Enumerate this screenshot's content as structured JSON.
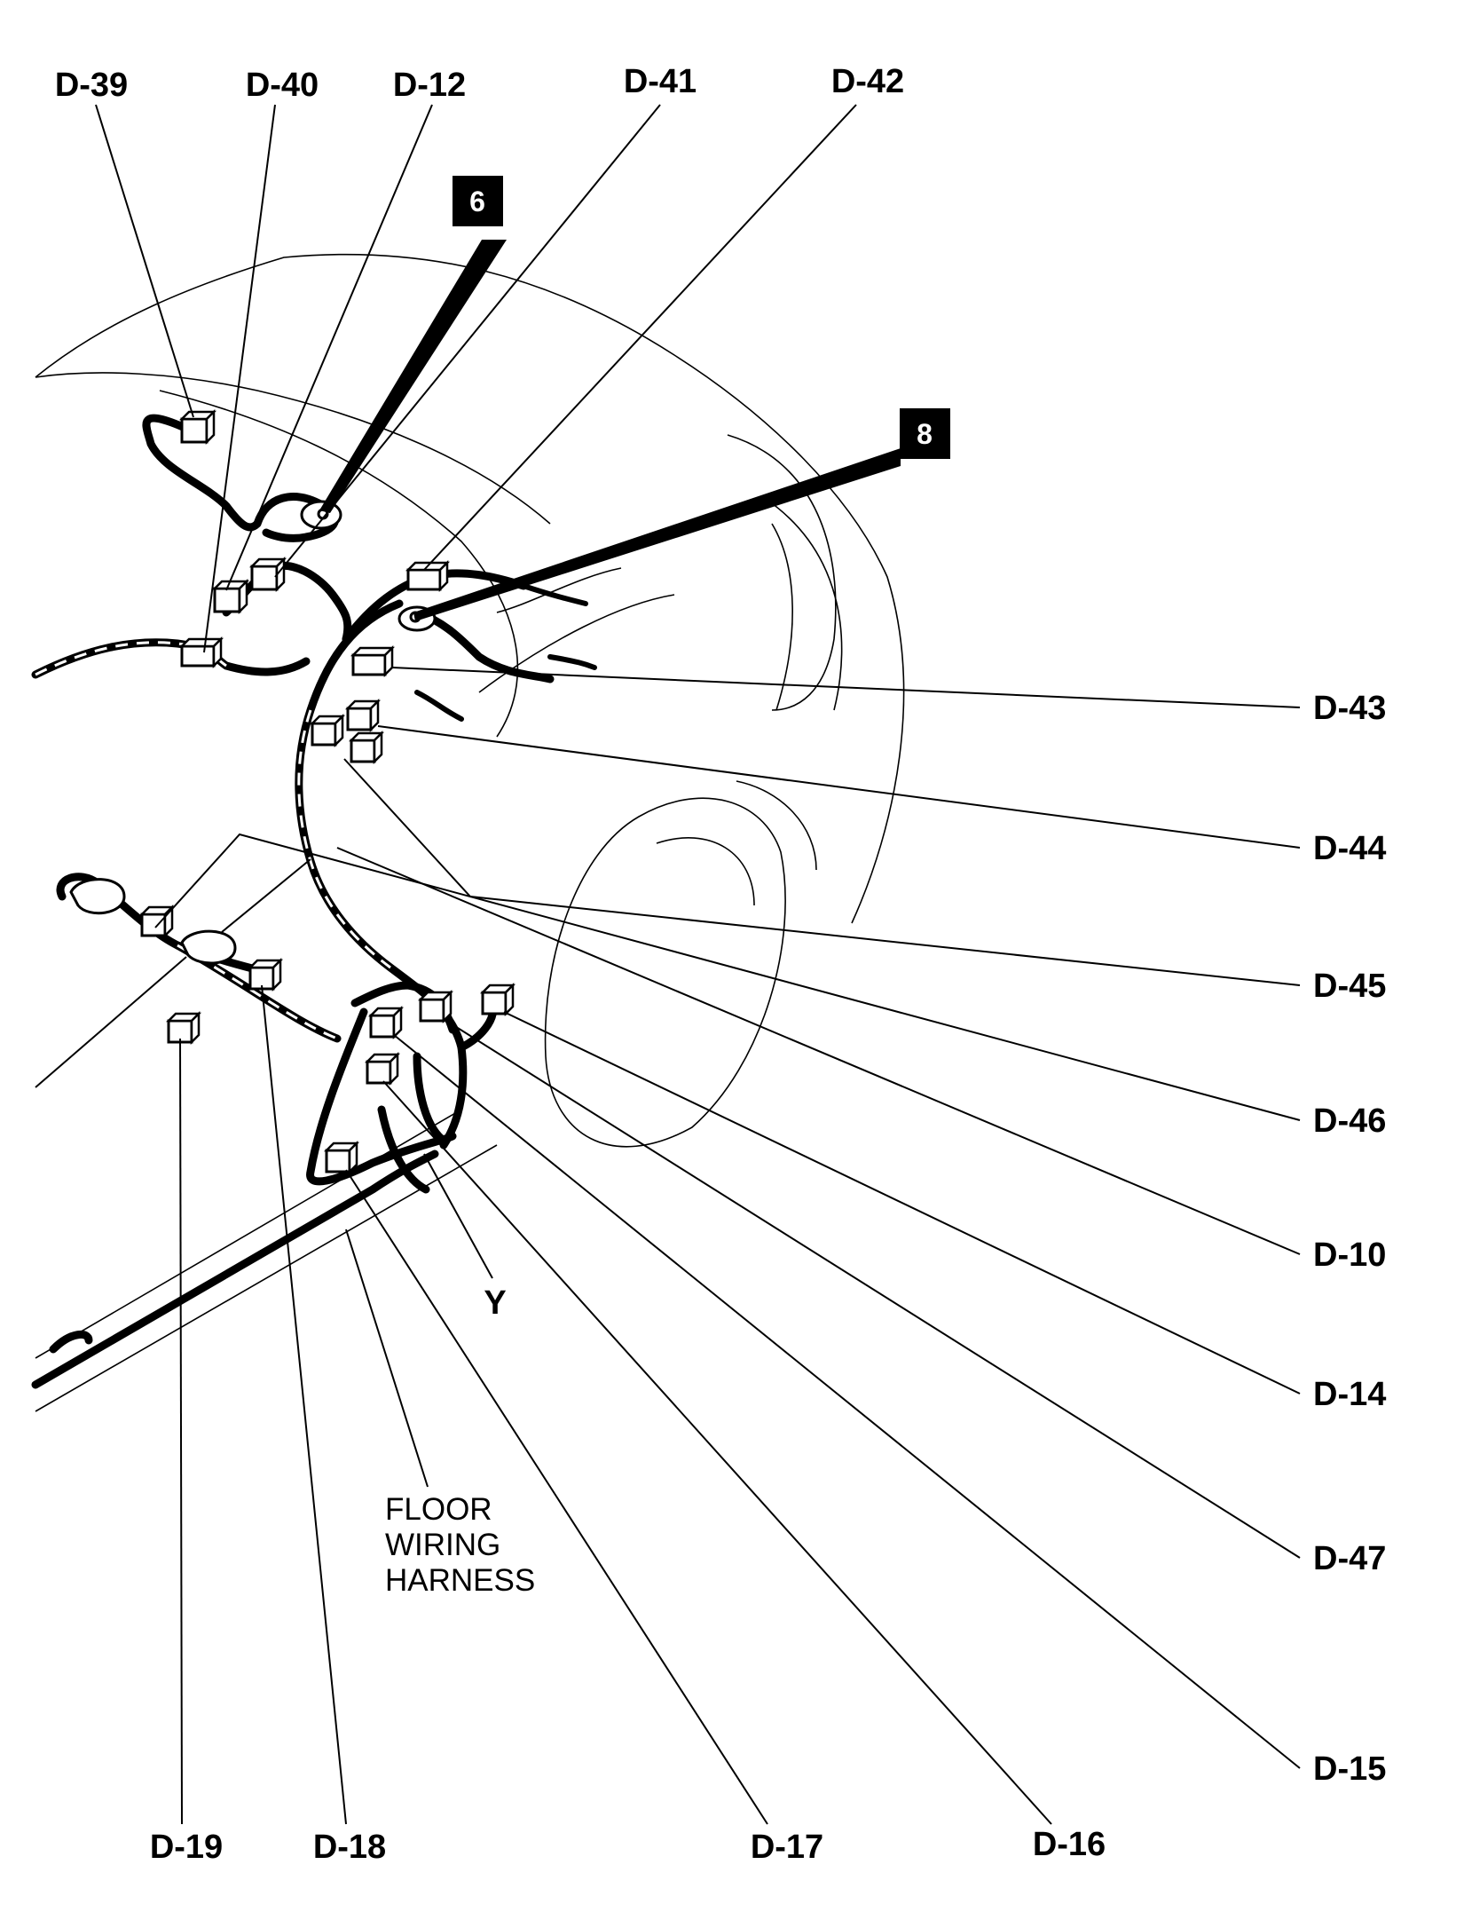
{
  "callouts": {
    "six": "6",
    "eight": "8"
  },
  "labels": {
    "d39": "D-39",
    "d40": "D-40",
    "d12": "D-12",
    "d41": "D-41",
    "d42": "D-42",
    "d43": "D-43",
    "d44": "D-44",
    "d45": "D-45",
    "d46": "D-46",
    "d10": "D-10",
    "d14": "D-14",
    "d47": "D-47",
    "d15": "D-15",
    "d16": "D-16",
    "d17": "D-17",
    "d18": "D-18",
    "d19": "D-19",
    "y": "Y"
  },
  "floor_note": {
    "line1": "FLOOR",
    "line2": "WIRING",
    "line3": "HARNESS"
  }
}
